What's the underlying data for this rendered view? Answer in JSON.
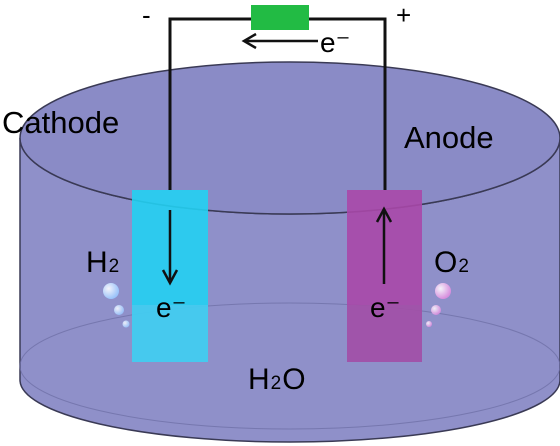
{
  "labels": {
    "cathode": "Cathode",
    "anode": "Anode",
    "minus": "-",
    "plus": "+",
    "circuit_electron": "e⁻",
    "cathode_electron": "e⁻",
    "anode_electron": "e⁻",
    "hydrogen_main": "H",
    "hydrogen_sub": "2",
    "oxygen_main": "O",
    "oxygen_sub": "2",
    "water_h": "H",
    "water_sub": "2",
    "water_o": "O"
  },
  "colors": {
    "electrolyte": "#8f90c9",
    "electrolyte_top": "#8a8bc6",
    "outline": "#3a3a55",
    "wire": "#111111",
    "resistor": "#22bb44",
    "cathode_electrode": "#22d0f2",
    "anode_electrode": "#a848a8",
    "h2_bubble": "#b8d8ff",
    "o2_bubble": "#e6a8e6"
  },
  "icons": {
    "resistor": "rectangle",
    "electron_flow": "arrow",
    "gas": "bubble"
  }
}
